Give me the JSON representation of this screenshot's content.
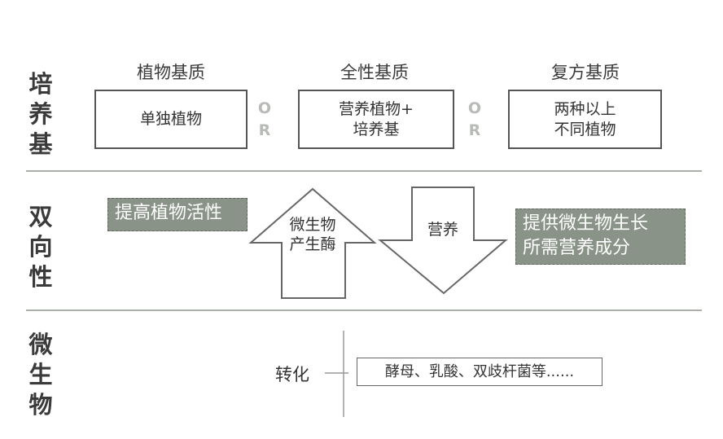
{
  "sections": [
    {
      "label_lines": [
        "培",
        "养",
        "基"
      ]
    },
    {
      "label_lines": [
        "双",
        "向",
        "性"
      ]
    },
    {
      "label_lines": [
        "微",
        "生",
        "物"
      ]
    }
  ],
  "medium": {
    "columns": [
      {
        "heading": "植物基质",
        "box_lines": [
          "单独植物"
        ]
      },
      {
        "heading": "全性基质",
        "box_lines": [
          "营养植物+",
          "培养基"
        ]
      },
      {
        "heading": "复方基质",
        "box_lines": [
          "两种以上",
          "不同植物"
        ]
      }
    ],
    "or_letters": [
      "O",
      "R"
    ]
  },
  "bidirectional": {
    "left_box": "提高植物活性",
    "up_arrow_lines": [
      "微生物",
      "产生酶"
    ],
    "down_arrow_label": "营养",
    "right_box_lines": [
      "提供微生物生长",
      "所需营养成分"
    ]
  },
  "microbe": {
    "transform_label": "转化",
    "examples": "酵母、乳酸、双歧杆菌等......"
  },
  "colors": {
    "text": "#333333",
    "divider": "#a9b0aa",
    "gray_fill": "#8a9388",
    "or_letters": "#b7bbb6"
  }
}
